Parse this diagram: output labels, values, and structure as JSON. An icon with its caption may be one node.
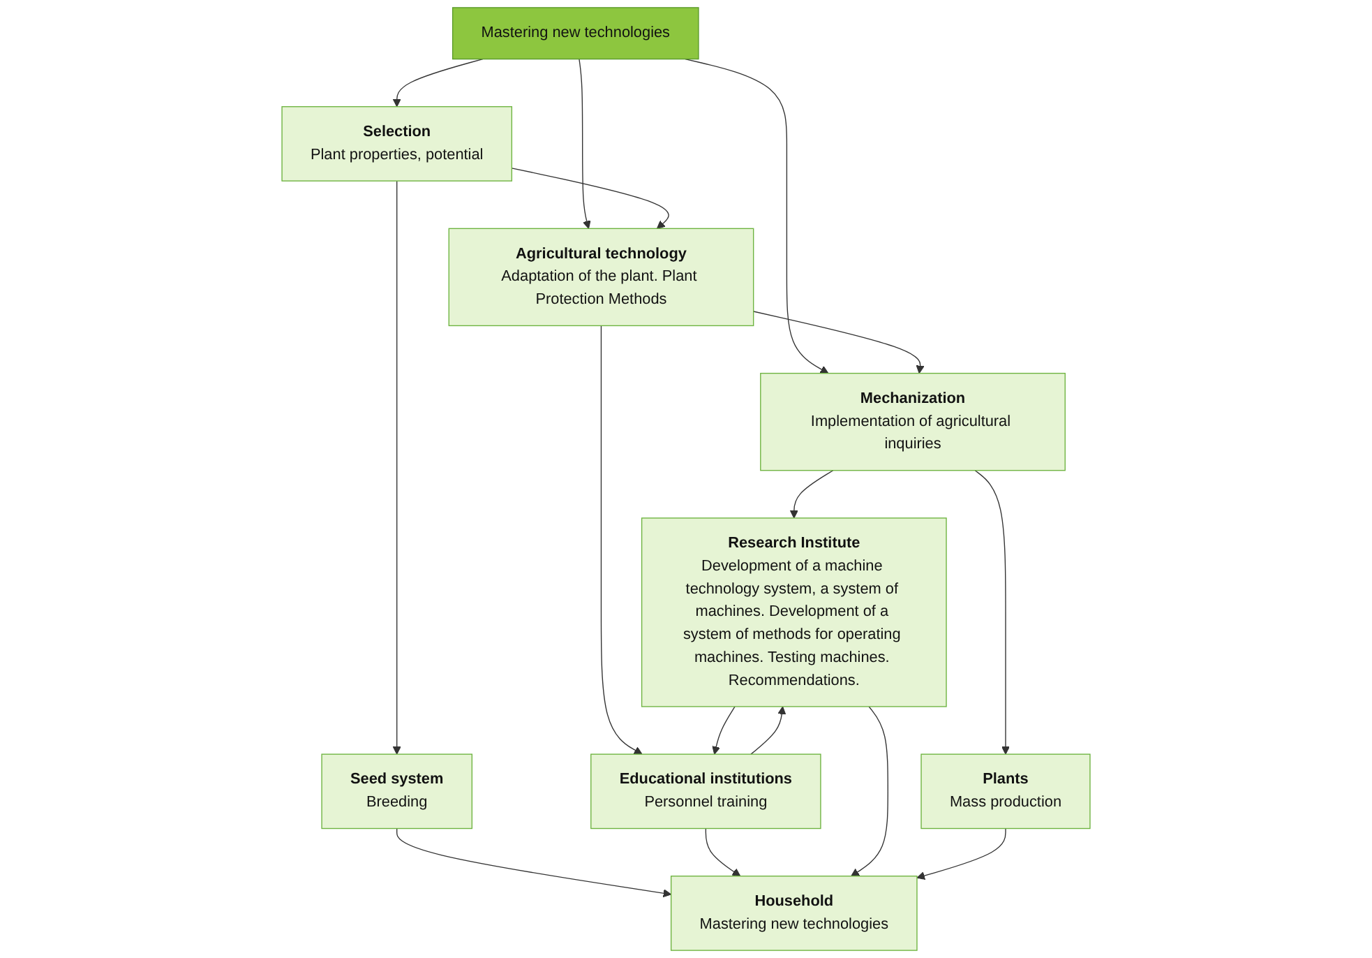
{
  "diagram": {
    "nodes": [
      {
        "text": [
          "Mastering new technologies"
        ]
      },
      {
        "text": [
          "Selection",
          "Plant properties, potential"
        ]
      },
      {
        "text": [
          "Agricultural technology",
          "Adaptation of the plant. Plant Protection Methods"
        ]
      },
      {
        "text": [
          "Mechanization",
          "Implementation of agricultural inquiries"
        ]
      },
      {
        "text": [
          "Seed system",
          "Breeding"
        ]
      },
      {
        "text": [
          "Educational institutions",
          "Personnel training"
        ]
      },
      {
        "text": [
          "Research Institute",
          "Development of a machine technology system, a system of machines. Development of a system of methods for operating machines. Testing machines. Recommendations."
        ]
      },
      {
        "text": [
          "Household",
          "Mastering new technologies"
        ]
      },
      {
        "text": [
          "Plants",
          "Mass production"
        ]
      }
    ],
    "edges": [
      {
        "from": 0,
        "to": 1,
        "arrow": "to"
      },
      {
        "from": 0,
        "to": 2,
        "arrow": "to"
      },
      {
        "from": 0,
        "to": 3,
        "arrow": "to"
      },
      {
        "from": 1,
        "to": 2,
        "arrow": "to"
      },
      {
        "from": 2,
        "to": 3,
        "arrow": "to"
      },
      {
        "from": 1,
        "to": 4,
        "arrow": "to"
      },
      {
        "from": 2,
        "to": 5,
        "arrow": "to"
      },
      {
        "from": 5,
        "to": 6,
        "arrow": "to"
      },
      {
        "from": 6,
        "to": 5,
        "arrow": "to"
      },
      {
        "from": 4,
        "to": 7,
        "arrow": "to"
      },
      {
        "from": 5,
        "to": 7,
        "arrow": "to"
      },
      {
        "from": 6,
        "to": 7,
        "arrow": "to"
      },
      {
        "from": 3,
        "to": 6,
        "arrow": "to"
      },
      {
        "from": 3,
        "to": 8,
        "arrow": "to"
      },
      {
        "from": 8,
        "to": 7,
        "arrow": "to"
      }
    ]
  }
}
